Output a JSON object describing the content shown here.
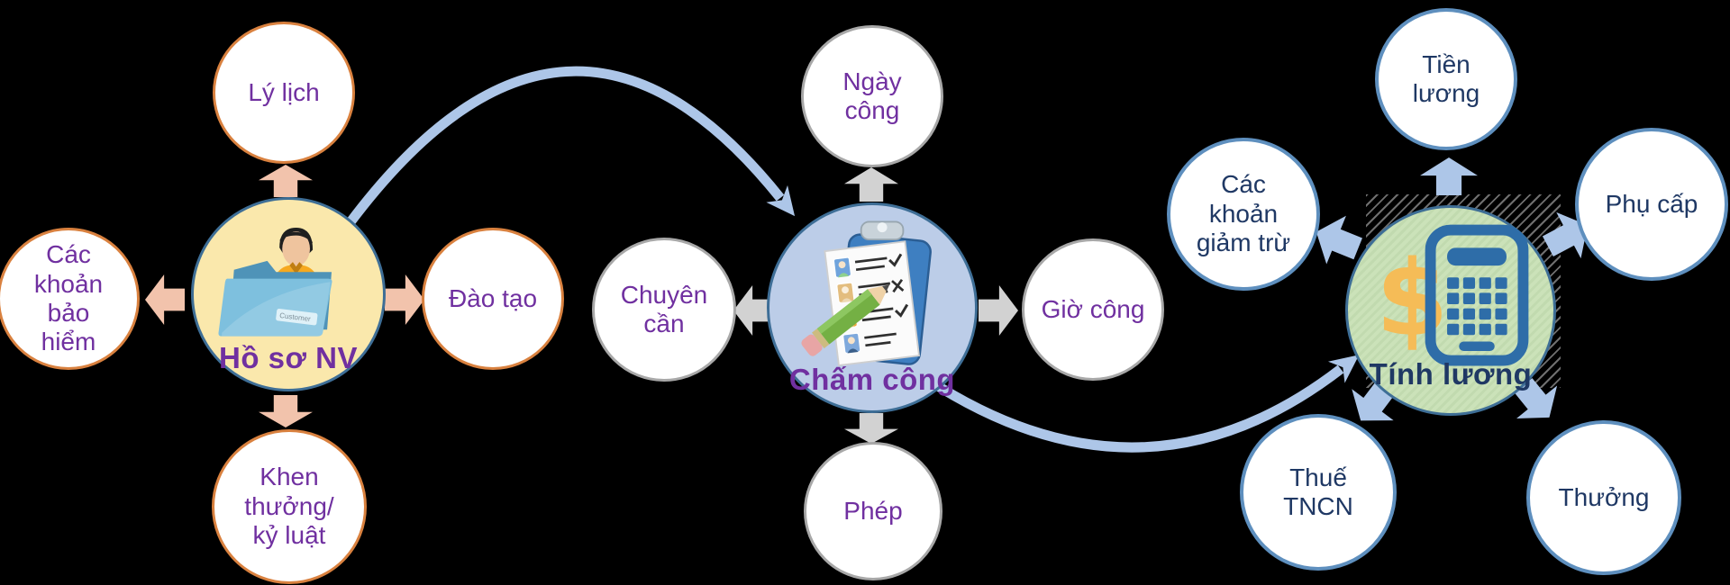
{
  "background_color": "#000000",
  "colors": {
    "cluster1_border": "#D9813F",
    "cluster2_border": "#A8A8A8",
    "cluster3_border": "#5E8FBE",
    "purple_text": "#7030A0",
    "navy_text": "#1F3864",
    "hub_border": "#3E6E96",
    "hub1_fill": "#FAE8AC",
    "hub2_fill": "#BCCDE8",
    "hub3_fill": "#C9E0B7",
    "arrow_salmon": "#F2C3AC",
    "arrow_gray": "#D2D2D2",
    "arrow_blue": "#ADC6E8"
  },
  "clusters": [
    {
      "hub_label": "Hồ sơ NV",
      "hub_icon": "employee-folder-icon",
      "hub_tag": "Customer",
      "satellites": [
        {
          "label": "Lý lịch"
        },
        {
          "label": "Các khoản bảo hiểm"
        },
        {
          "label": "Đào tạo"
        },
        {
          "label": "Khen thưởng/ kỷ luật"
        }
      ]
    },
    {
      "hub_label": "Chấm công",
      "hub_icon": "timesheet-clipboard-icon",
      "satellites": [
        {
          "label": "Ngày công"
        },
        {
          "label": "Chuyên cần"
        },
        {
          "label": "Giờ công"
        },
        {
          "label": "Phép"
        }
      ]
    },
    {
      "hub_label": "Tính lương",
      "hub_icon": "payroll-calculator-icon",
      "currency_symbol": "$",
      "satellites": [
        {
          "label": "Tiền lương"
        },
        {
          "label": "Các khoản giảm trừ"
        },
        {
          "label": "Phụ cấp"
        },
        {
          "label": "Thuế TNCN"
        },
        {
          "label": "Thưởng"
        }
      ]
    }
  ],
  "connections": [
    {
      "from": "Hồ sơ NV",
      "to": "Chấm công"
    },
    {
      "from": "Chấm công",
      "to": "Tính lương"
    }
  ]
}
